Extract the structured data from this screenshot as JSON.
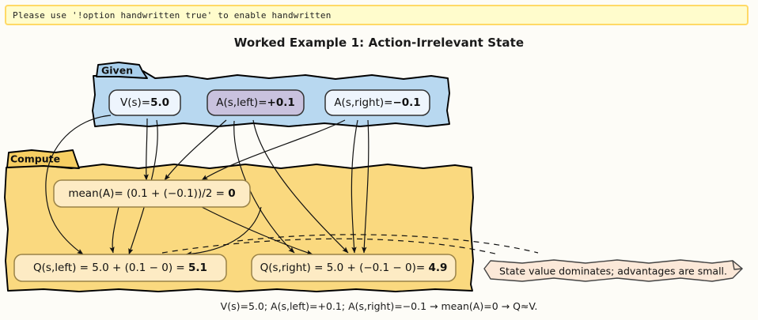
{
  "banner": {
    "text": "Please use '!option handwritten true' to enable handwritten",
    "fill": "#fffccc",
    "border": "#ffd966"
  },
  "title": "Worked Example 1: Action-Irrelevant State",
  "groups": [
    {
      "id": "given",
      "label": "Given",
      "fill": "#b8d8f0",
      "tab_fill": "#a8cfec",
      "stroke": "#000000"
    },
    {
      "id": "compute",
      "label": "Compute",
      "fill": "#fad97f",
      "tab_fill": "#f7ce62",
      "stroke": "#000000"
    }
  ],
  "nodes": [
    {
      "id": "v-s",
      "group": "given",
      "text": "V(s)=5.0",
      "prefix": "V(s)=",
      "value": "5.0",
      "fill": "#eef5fd",
      "stroke": "#333333",
      "highlight": false
    },
    {
      "id": "a-s-left",
      "group": "given",
      "text": "A(s,left)=+0.1",
      "prefix": "A(s,left)=",
      "value": "+0.1",
      "fill": "#c9c2de",
      "stroke": "#333333",
      "highlight": true
    },
    {
      "id": "a-s-right",
      "group": "given",
      "text": "A(s,right)=−0.1",
      "prefix": "A(s,right)=",
      "value": "−0.1",
      "fill": "#eef5fd",
      "stroke": "#333333",
      "highlight": false
    },
    {
      "id": "mean-a",
      "group": "compute",
      "text": "mean(A)= (0.1 + (−0.1))/2 = 0",
      "prefix": "mean(A)= (0.1 + (−0.1))/2 = ",
      "value": "0",
      "fill": "#fdebc4",
      "stroke": "#9a8348",
      "highlight": false
    },
    {
      "id": "q-s-left",
      "group": "compute",
      "text": "Q(s,left)  = 5.0 + (0.1 − 0)  = 5.1",
      "prefix": "Q(s,left)  = 5.0 + (0.1 − 0)  = ",
      "value": "5.1",
      "fill": "#fdebc4",
      "stroke": "#9a8348",
      "highlight": false
    },
    {
      "id": "q-s-right",
      "group": "compute",
      "text": "Q(s,right) = 5.0 + (−0.1 − 0)= 4.9",
      "prefix": "Q(s,right) = 5.0 + (−0.1 − 0)= ",
      "value": "4.9",
      "fill": "#fdebc4",
      "stroke": "#9a8348",
      "highlight": false
    }
  ],
  "note": {
    "id": "side-note",
    "text": "State value dominates; advantages are small.",
    "fill": "#fbe8d8",
    "stroke": "#444444"
  },
  "caption": "V(s)=5.0; A(s,left)=+0.1; A(s,right)=−0.1 → mean(A)=0 → Q≈V.",
  "colors": {
    "page_background": "#fdfcf7",
    "edge": "#111111"
  }
}
